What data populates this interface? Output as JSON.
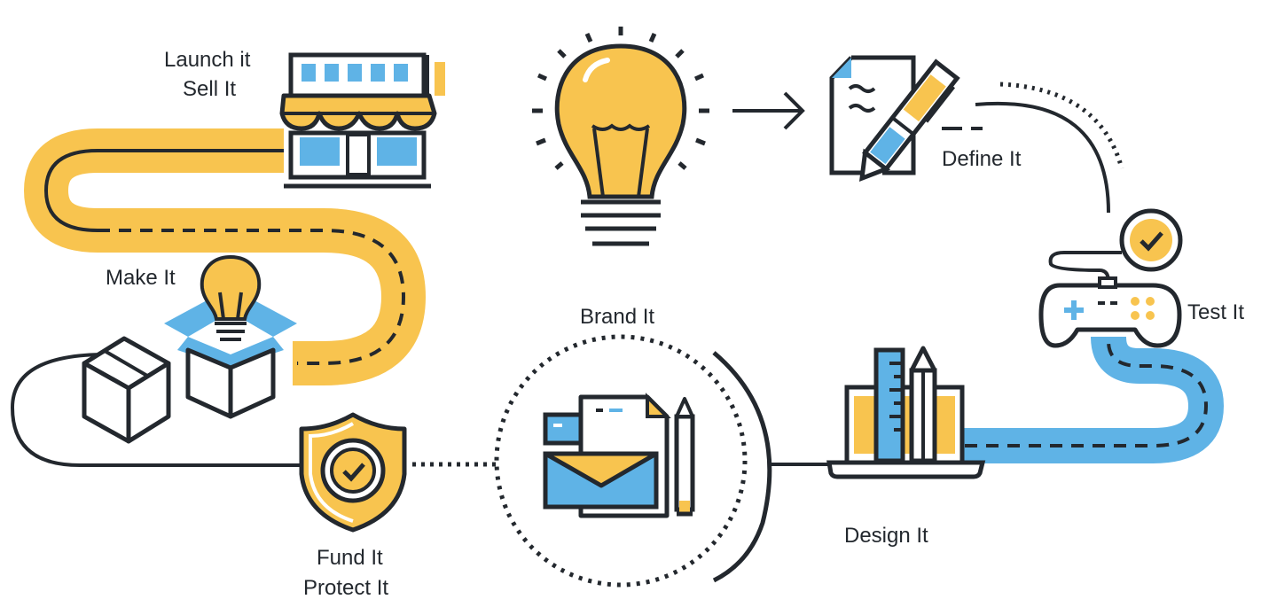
{
  "steps": {
    "launch": {
      "line1": "Launch it",
      "line2": "Sell It"
    },
    "make": {
      "label": "Make It"
    },
    "fund": {
      "line1": "Fund It",
      "line2": "Protect It"
    },
    "brand": {
      "label": "Brand It"
    },
    "design": {
      "label": "Design It"
    },
    "test": {
      "label": "Test It"
    },
    "define": {
      "label": "Define It"
    }
  },
  "colors": {
    "ink": "#23282e",
    "yellow": "#f8c44f",
    "blue": "#5fb3e6",
    "white": "#ffffff"
  },
  "icons": [
    "store-icon",
    "lightbulb-icon",
    "document-pen-icon",
    "gamepad-icon",
    "checkmark-badge-icon",
    "laptop-ruler-pencil-icon",
    "envelope-stationery-icon",
    "shield-check-icon",
    "open-box-bulb-icon",
    "closed-box-icon"
  ]
}
